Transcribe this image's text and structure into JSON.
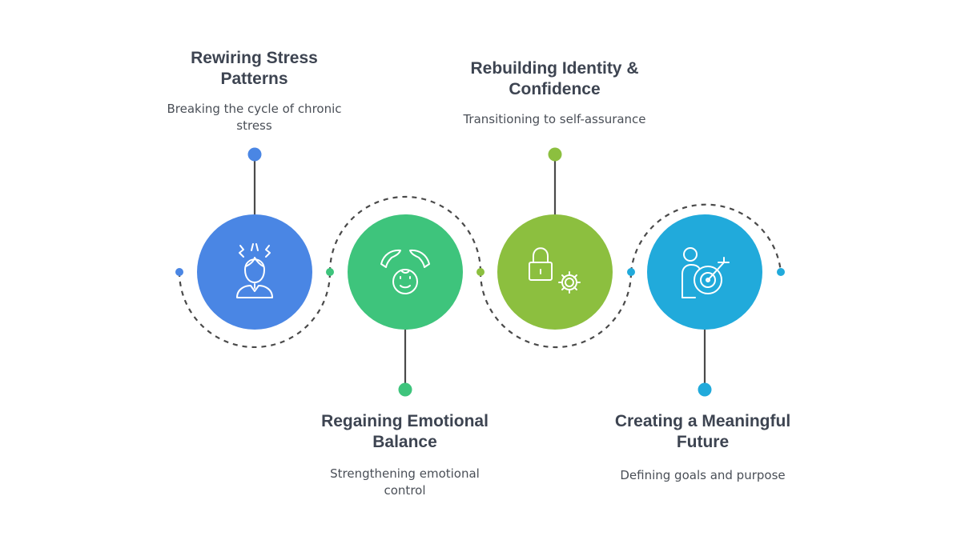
{
  "colors": {
    "step_1": "#4a86e4",
    "step_2": "#3ec47c",
    "step_3": "#8cbf3f",
    "step_4": "#21aadb",
    "connector": "#4a4a4a",
    "path": "#4a4a4a"
  },
  "steps": [
    {
      "title": "Rewiring Stress\nPatterns",
      "description": "Breaking the cycle of chronic\nstress",
      "icon": "stressed-person-icon"
    },
    {
      "title": "Regaining Emotional\nBalance",
      "description": "Strengthening emotional\ncontrol",
      "icon": "hands-cradling-face-icon"
    },
    {
      "title": "Rebuilding Identity &\nConfidence",
      "description": "Transitioning to self-assurance",
      "icon": "lock-gear-icon"
    },
    {
      "title": "Creating a Meaningful\nFuture",
      "description": "Defining goals and purpose",
      "icon": "person-target-icon"
    }
  ]
}
